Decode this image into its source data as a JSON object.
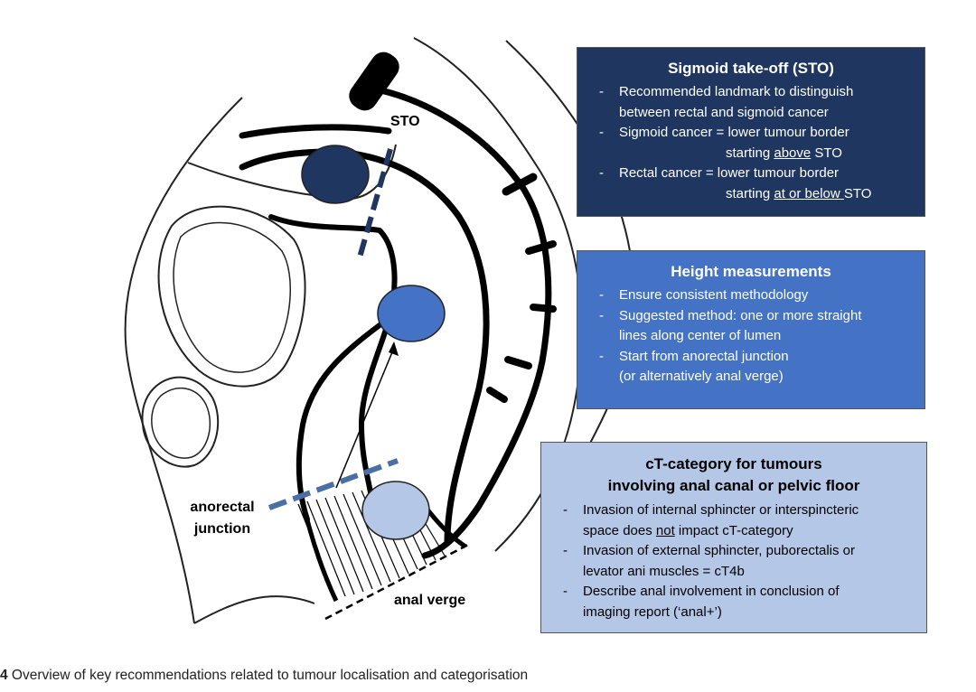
{
  "labels": {
    "sto": "STO",
    "anorectal_junction_line1": "anorectal",
    "anorectal_junction_line2": "junction",
    "anal_verge": "anal verge"
  },
  "boxes": {
    "sto": {
      "title": "Sigmoid take-off (STO)",
      "item1_l1": "Recommended landmark to distinguish",
      "item1_l2": "between rectal and sigmoid cancer",
      "item2_l1": "Sigmoid cancer = lower tumour border",
      "item2_l2a": "starting ",
      "item2_l2b": "above",
      "item2_l2c": " STO",
      "item3_l1": "Rectal cancer = lower tumour border",
      "item3_l2a": "starting ",
      "item3_l2b": "at or below ",
      "item3_l2c": "STO"
    },
    "height": {
      "title": "Height measurements",
      "item1": "Ensure consistent methodology",
      "item2_l1": "Suggested method: one or more straight",
      "item2_l2": "lines along center of lumen",
      "item3_l1": "Start from  anorectal junction",
      "item3_l2": "(or alternatively anal verge)"
    },
    "ct": {
      "title_l1": "cT-category for tumours",
      "title_l2": "involving anal canal or pelvic floor",
      "item1_l1": "Invasion of internal sphincter or interspincteric",
      "item1_l2a": "space does ",
      "item1_l2b": "not",
      "item1_l2c": " impact cT-category",
      "item2_l1": "Invasion of external sphincter, puborectalis or",
      "item2_l2": "levator ani muscles = cT4b",
      "item3_l1": "Describe anal involvement in conclusion of",
      "item3_l2": "imaging report (‘anal+’)"
    }
  },
  "caption": {
    "number": "4",
    "text": " Overview of key recommendations related to tumour localisation and categorisation"
  },
  "colors": {
    "sto_box": "#1f3661",
    "height_box": "#4472c4",
    "ct_box": "#b4c7e7",
    "dashed_line": "#4a6fa5"
  }
}
